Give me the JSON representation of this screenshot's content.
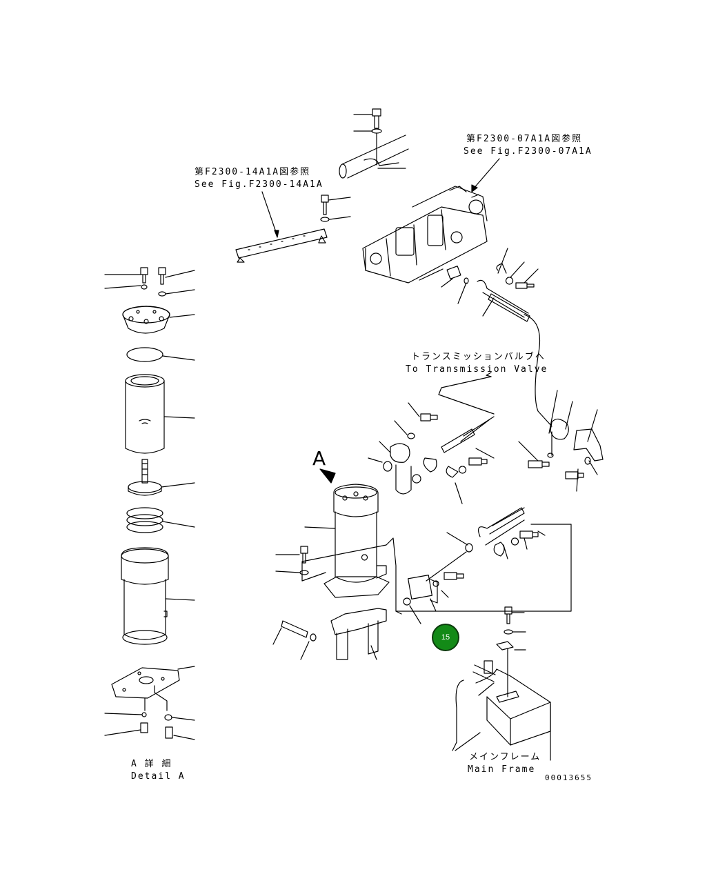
{
  "labels": {
    "ref_top_right_jp": "第F2300-07A1A図参照",
    "ref_top_right_en": "See Fig.F2300-07A1A",
    "ref_top_left_jp": "第F2300-14A1A図参照",
    "ref_top_left_en": "See Fig.F2300-14A1A",
    "transmission_jp": "トランスミッションバルブへ",
    "transmission_en": "To Transmission Valve",
    "view_letter": "A",
    "detail_jp": "A 詳 細",
    "detail_en": "Detail A",
    "main_frame_jp": "メインフレーム",
    "main_frame_en": "Main Frame",
    "drawing_number": "00013655"
  },
  "callout": {
    "number": "15",
    "color": "#138a17"
  }
}
